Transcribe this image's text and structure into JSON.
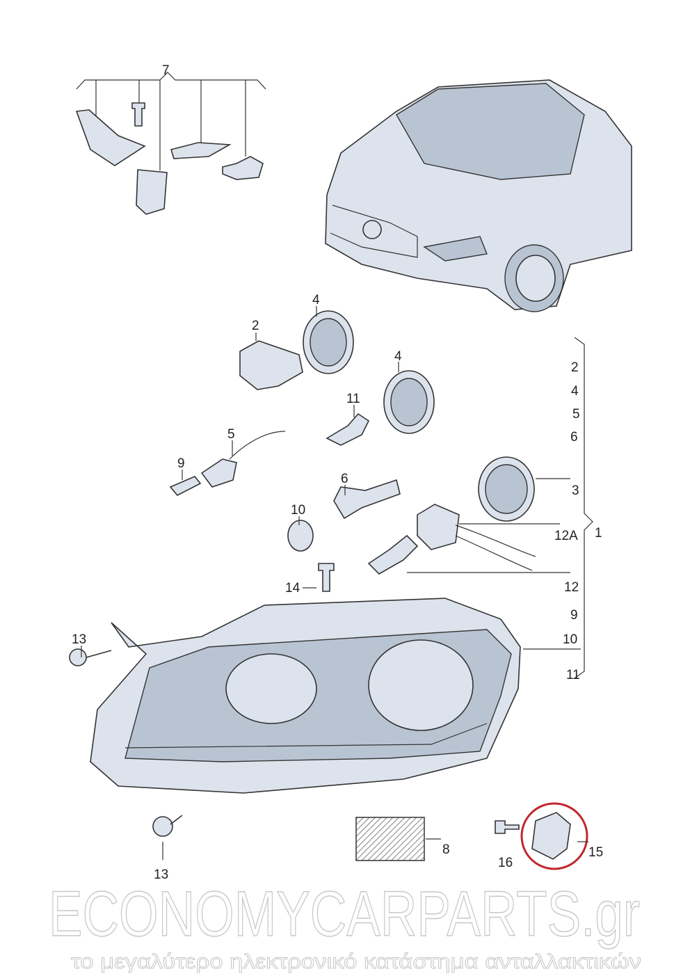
{
  "diagram": {
    "title_hidden": null,
    "callouts": {
      "c7": "7",
      "c4a": "4",
      "c2": "2",
      "c4b": "4",
      "c11": "11",
      "c5": "5",
      "c9": "9",
      "c6": "6",
      "c10": "10",
      "c14": "14",
      "c13a": "13",
      "c13b": "13",
      "c8": "8",
      "c16": "16",
      "c15": "15"
    },
    "assembly_list": {
      "group_label": "1",
      "items": [
        "2",
        "4",
        "5",
        "6",
        "3",
        "12A",
        "12",
        "9",
        "10",
        "11"
      ]
    },
    "highlight_color": "#c0272d"
  },
  "watermark": {
    "brand": "ECONOMYCARPARTS.gr",
    "tagline": "το μεγαλύτερο ηλεκτρονικό κατάστημα ανταλλακτικών"
  }
}
